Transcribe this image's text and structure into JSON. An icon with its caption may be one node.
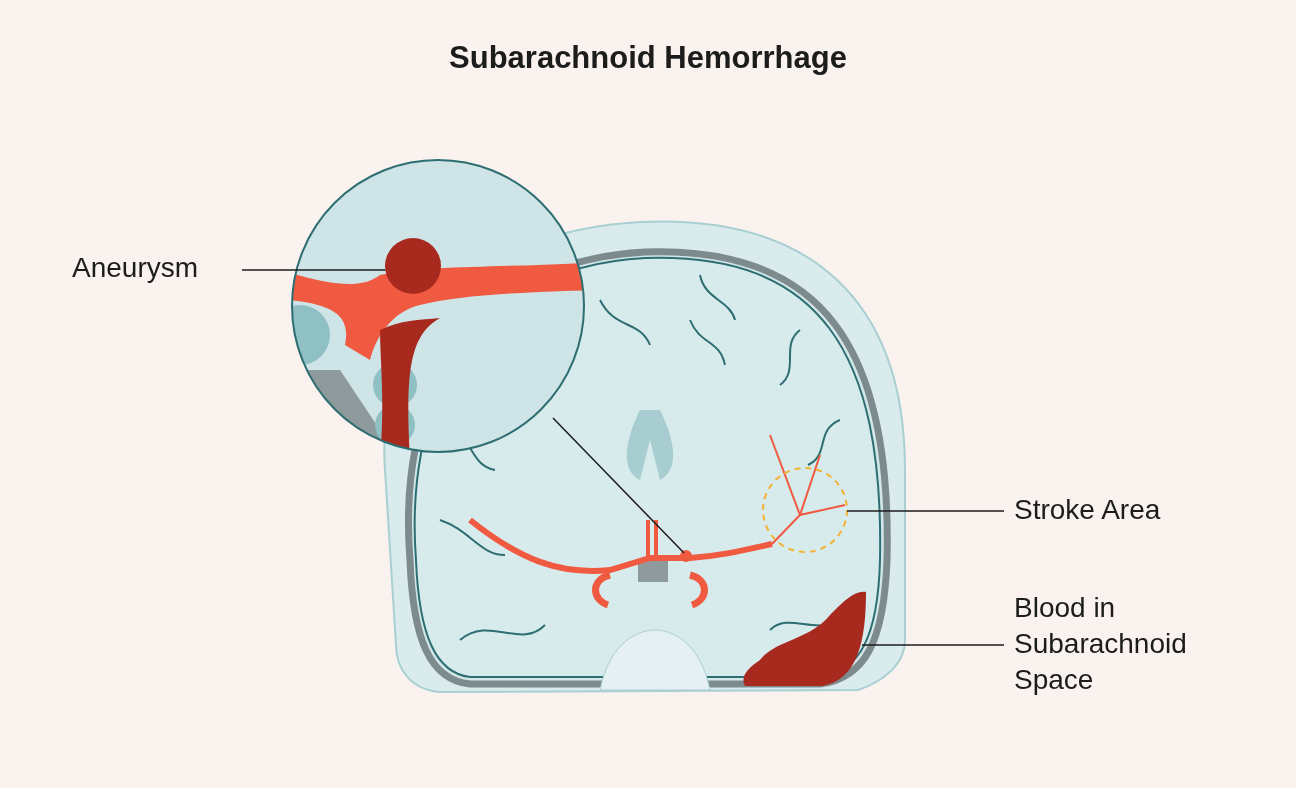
{
  "diagram": {
    "title": "Subarachnoid Hemorrhage",
    "nodes": [
      {
        "text": [
          "Aneurysm"
        ]
      },
      {
        "text": [],
        "shape": "circle"
      },
      {
        "text": [
          "Stroke Area"
        ]
      },
      {
        "text": [],
        "shape": "circle"
      },
      {
        "text": [
          "Blood in Subarachnoid Space"
        ]
      },
      {
        "text": [],
        "shape": "picture"
      }
    ],
    "edges": [
      {
        "from": 0,
        "to": 1,
        "arrow": "none"
      },
      {
        "from": 2,
        "to": 3,
        "arrow": "none"
      },
      {
        "from": 4,
        "to": 5,
        "arrow": "none"
      }
    ]
  }
}
